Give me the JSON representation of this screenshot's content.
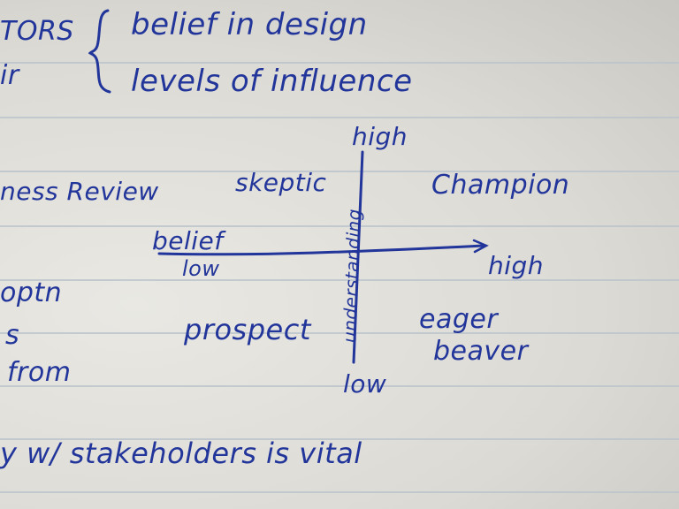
{
  "notes": {
    "top_left_1": "TORS",
    "top_left_2": "ir",
    "line1": "belief in design",
    "line2": "levels of influence",
    "left_review": "ness Review",
    "left_optn": "optn",
    "left_s": "s",
    "left_from": "from",
    "bottom": "y w/ stakeholders is vital"
  },
  "matrix": {
    "y_high": "high",
    "y_low": "low",
    "y_axis_label": "understanding",
    "x_axis_label": "belief",
    "x_low": "low",
    "x_high": "high",
    "q_top_left": "skeptic",
    "q_top_right": "Champion",
    "q_bottom_left": "prospect",
    "q_bottom_right_1": "eager",
    "q_bottom_right_2": "beaver"
  },
  "colors": {
    "ink": "#22359a",
    "paper": "#e4e2dc",
    "rule_line": "#b9c3cc"
  }
}
